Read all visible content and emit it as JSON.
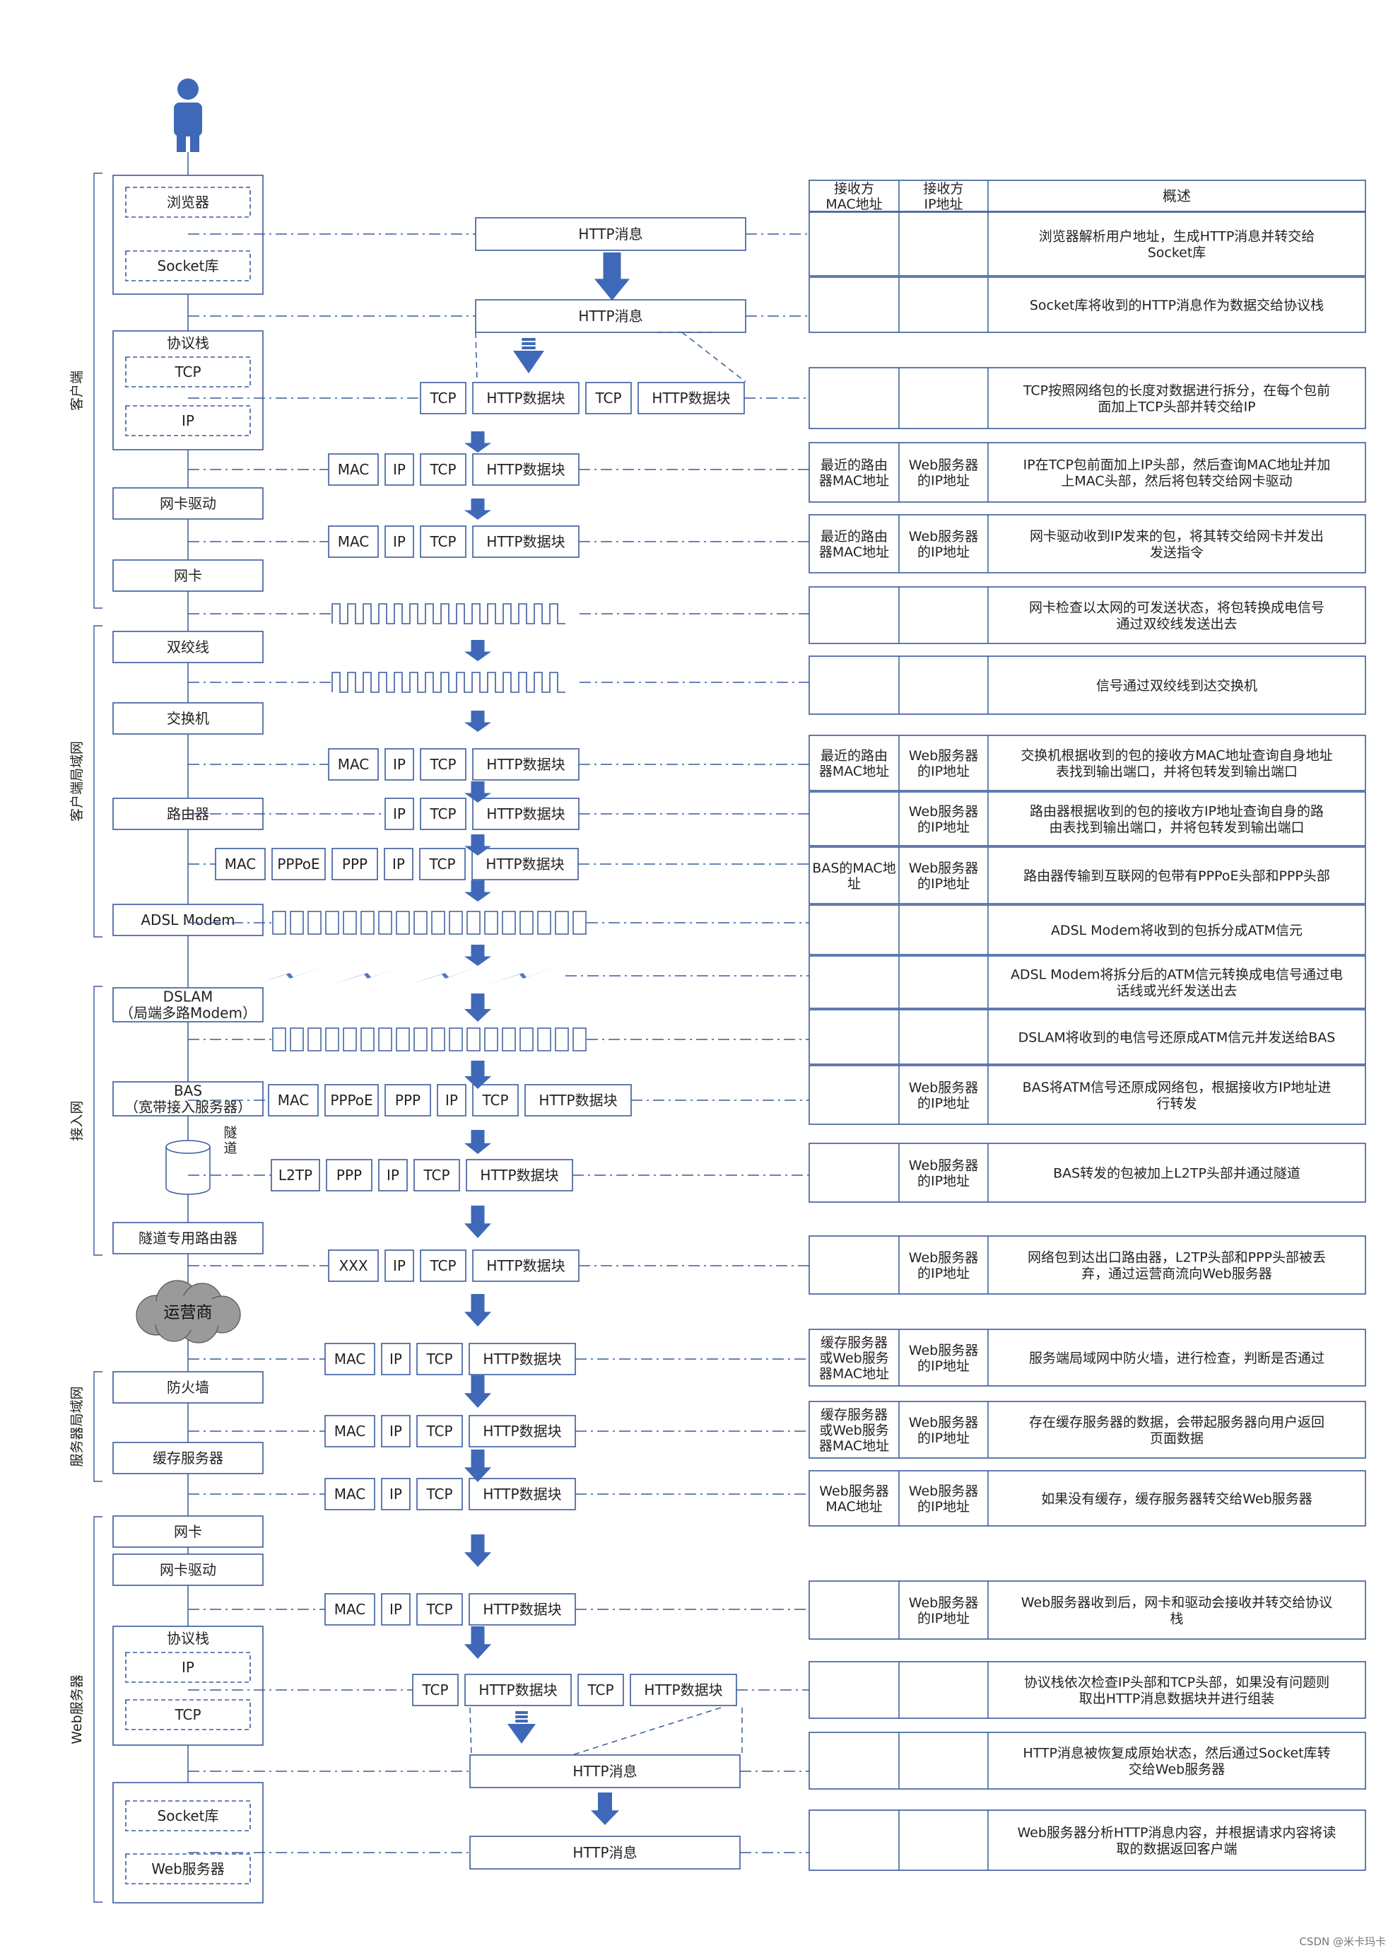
{
  "header": {
    "col_recv_mac": "接收方\nMAC地址",
    "col_recv_ip": "接收方\nIP地址",
    "col_summary": "概述"
  },
  "sections": [
    {
      "label": "客户端"
    },
    {
      "label": "客户端局域网"
    },
    {
      "label": "接入网"
    },
    {
      "label": "服务器局域网"
    },
    {
      "label": "Web服务器"
    }
  ],
  "devices": [
    {
      "label": "浏览器"
    },
    {
      "label": "Socket库"
    },
    {
      "label": "协议栈"
    },
    {
      "label": "TCP"
    },
    {
      "label": "IP"
    },
    {
      "label": "网卡驱动"
    },
    {
      "label": "网卡"
    },
    {
      "label": "双绞线"
    },
    {
      "label": "交换机"
    },
    {
      "label": "路由器"
    },
    {
      "label": "ADSL Modem"
    },
    {
      "label": "DSLAM\n（局端多路Modem）"
    },
    {
      "label": "BAS\n（宽带接入服务器）"
    },
    {
      "label": "隧道专用路由器"
    },
    {
      "label": "运营商"
    },
    {
      "label": "防火墙"
    },
    {
      "label": "缓存服务器"
    },
    {
      "label": "网卡"
    },
    {
      "label": "网卡驱动"
    },
    {
      "label": "协议栈"
    },
    {
      "label": "IP"
    },
    {
      "label": "TCP"
    },
    {
      "label": "Socket库"
    },
    {
      "label": "Web服务器"
    },
    {
      "label": "隧\n道"
    }
  ],
  "packets": [
    [
      "HTTP消息"
    ],
    [
      "HTTP消息"
    ],
    [
      "TCP",
      "HTTP数据块",
      "TCP",
      "HTTP数据块"
    ],
    [
      "MAC",
      "IP",
      "TCP",
      "HTTP数据块"
    ],
    [
      "MAC",
      "IP",
      "TCP",
      "HTTP数据块"
    ],
    [
      "MAC",
      "IP",
      "TCP",
      "HTTP数据块"
    ],
    [
      "IP",
      "TCP",
      "HTTP数据块"
    ],
    [
      "MAC",
      "PPPoE",
      "PPP",
      "IP",
      "TCP",
      "HTTP数据块"
    ],
    [
      "MAC",
      "PPPoE",
      "PPP",
      "IP",
      "TCP",
      "HTTP数据块"
    ],
    [
      "L2TP",
      "PPP",
      "IP",
      "TCP",
      "HTTP数据块"
    ],
    [
      "XXX",
      "IP",
      "TCP",
      "HTTP数据块"
    ],
    [
      "MAC",
      "IP",
      "TCP",
      "HTTP数据块"
    ],
    [
      "MAC",
      "IP",
      "TCP",
      "HTTP数据块"
    ],
    [
      "MAC",
      "IP",
      "TCP",
      "HTTP数据块"
    ],
    [
      "MAC",
      "IP",
      "TCP",
      "HTTP数据块"
    ],
    [
      "TCP",
      "HTTP数据块",
      "TCP",
      "HTTP数据块"
    ],
    [
      "HTTP消息"
    ],
    [
      "HTTP消息"
    ]
  ],
  "table_rows": [
    {
      "mac": "",
      "ip": "",
      "summary": "浏览器解析用户地址，生成HTTP消息并转交给\nSocket库"
    },
    {
      "mac": "",
      "ip": "",
      "summary": "Socket库将收到的HTTP消息作为数据交给协议栈"
    },
    {
      "mac": "",
      "ip": "",
      "summary": "TCP按照网络包的长度对数据进行拆分，在每个包前\n面加上TCP头部并转交给IP"
    },
    {
      "mac": "最近的路由\n器MAC地址",
      "ip": "Web服务器\n的IP地址",
      "summary": "IP在TCP包前面加上IP头部，然后查询MAC地址并加\n上MAC头部，然后将包转交给网卡驱动"
    },
    {
      "mac": "最近的路由\n器MAC地址",
      "ip": "Web服务器\n的IP地址",
      "summary": "网卡驱动收到IP发来的包，将其转交给网卡并发出\n发送指令"
    },
    {
      "mac": "",
      "ip": "",
      "summary": "网卡检查以太网的可发送状态，将包转换成电信号\n通过双绞线发送出去"
    },
    {
      "mac": "",
      "ip": "",
      "summary": "信号通过双绞线到达交换机"
    },
    {
      "mac": "最近的路由\n器MAC地址",
      "ip": "Web服务器\n的IP地址",
      "summary": "交换机根据收到的包的接收方MAC地址查询自身地址\n表找到输出端口，并将包转发到输出端口"
    },
    {
      "mac": "",
      "ip": "Web服务器\n的IP地址",
      "summary": "路由器根据收到的包的接收方IP地址查询自身的路\n由表找到输出端口，并将包转发到输出端口"
    },
    {
      "mac": "BAS的MAC地\n址",
      "ip": "Web服务器\n的IP地址",
      "summary": "路由器传输到互联网的包带有PPPoE头部和PPP头部"
    },
    {
      "mac": "",
      "ip": "",
      "summary": "ADSL Modem将收到的包拆分成ATM信元"
    },
    {
      "mac": "",
      "ip": "",
      "summary": "ADSL Modem将拆分后的ATM信元转换成电信号通过电\n话线或光纤发送出去"
    },
    {
      "mac": "",
      "ip": "",
      "summary": "DSLAM将收到的电信号还原成ATM信元并发送给BAS"
    },
    {
      "mac": "",
      "ip": "Web服务器\n的IP地址",
      "summary": "BAS将ATM信号还原成网络包，根据接收方IP地址进\n行转发"
    },
    {
      "mac": "",
      "ip": "Web服务器\n的IP地址",
      "summary": "BAS转发的包被加上L2TP头部并通过隧道"
    },
    {
      "mac": "",
      "ip": "Web服务器\n的IP地址",
      "summary": "网络包到达出口路由器，L2TP头部和PPP头部被丢\n弃，通过运营商流向Web服务器"
    },
    {
      "mac": "缓存服务器\n或Web服务\n器MAC地址",
      "ip": "Web服务器\n的IP地址",
      "summary": "服务端局域网中防火墙，进行检查，判断是否通过"
    },
    {
      "mac": "缓存服务器\n或Web服务\n器MAC地址",
      "ip": "Web服务器\n的IP地址",
      "summary": "存在缓存服务器的数据，会带起服务器向用户返回\n页面数据"
    },
    {
      "mac": "Web服务器\nMAC地址",
      "ip": "Web服务器\n的IP地址",
      "summary": "如果没有缓存，缓存服务器转交给Web服务器"
    },
    {
      "mac": "",
      "ip": "Web服务器\n的IP地址",
      "summary": "Web服务器收到后，网卡和驱动会接收并转交给协议\n栈"
    },
    {
      "mac": "",
      "ip": "",
      "summary": "协议栈依次检查IP头部和TCP头部，如果没有问题则\n取出HTTP消息数据块并进行组装"
    },
    {
      "mac": "",
      "ip": "",
      "summary": "HTTP消息被恢复成原始状态，然后通过Socket库转\n交给Web服务器"
    },
    {
      "mac": "",
      "ip": "",
      "summary": "Web服务器分析HTTP消息内容，并根据请求内容将读\n取的数据返回客户端"
    }
  ],
  "watermark": "CSDN @米卡玛卡",
  "colors": {
    "line": "#3a5a9c",
    "arrow": "#3f68b8",
    "text": "#222222",
    "cloud": "#9a9a9a"
  }
}
